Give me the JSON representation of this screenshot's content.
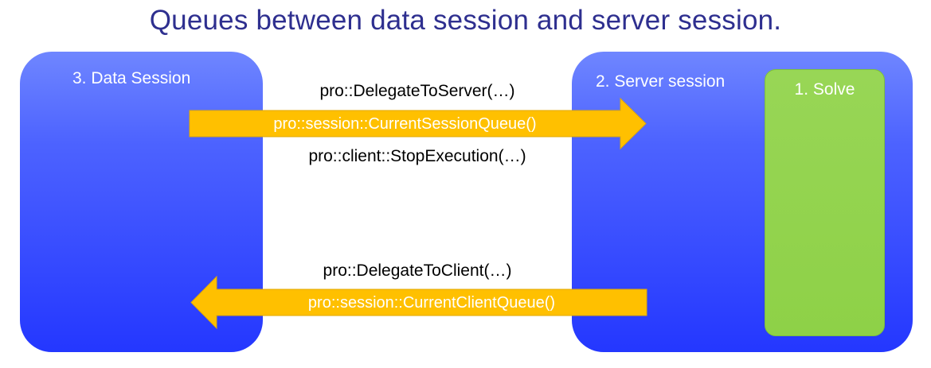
{
  "title": "Queues between data session and server session.",
  "data_session": {
    "label": "3. Data Session"
  },
  "server_session": {
    "label": "2. Server session"
  },
  "solve": {
    "label": "1. Solve"
  },
  "arrow_to_server": {
    "queue_label": "pro::session::CurrentSessionQueue()",
    "above_label": "pro::DelegateToServer(…)",
    "below_label": "pro::client::StopExecution(…)"
  },
  "arrow_to_client": {
    "queue_label": "pro::session::CurrentClientQueue()",
    "above_label": "pro::DelegateToClient(…)"
  },
  "colors": {
    "title": "#2e2f8f",
    "session_box": "#3b50ff",
    "solve_box": "#92d050",
    "arrow": "#ffc000"
  }
}
